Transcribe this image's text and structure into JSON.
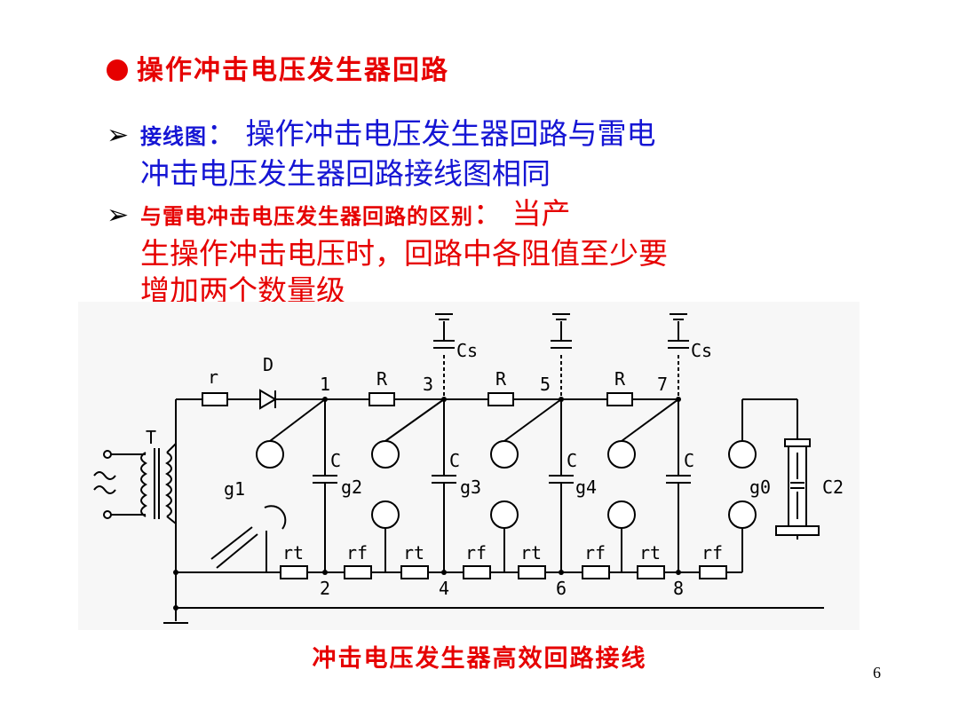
{
  "title": "操作冲击电压发生器回路",
  "bullet1": {
    "keyword": "接线图",
    "sep": "：",
    "line1": "操作冲击电压发生器回路与雷电",
    "line2": "冲击电压发生器回路接线图相同"
  },
  "bullet2": {
    "keyword": "与雷电冲击电压发生器回路的区别",
    "sep": "：",
    "line1": "当产",
    "line2": "生操作冲击电压时，回路中各阻值至少要",
    "line3": "增加两个数量级"
  },
  "diagram": {
    "labels": {
      "r": "r",
      "D": "D",
      "T": "T",
      "R": "R",
      "C": "C",
      "Cs": "Cs",
      "g1": "g1",
      "g2": "g2",
      "g3": "g3",
      "g4": "g4",
      "g0": "g0",
      "C2": "C2",
      "rt": "rt",
      "rf": "rf",
      "n1": "1",
      "n2": "2",
      "n3": "3",
      "n4": "4",
      "n5": "5",
      "n6": "6",
      "n7": "7",
      "n8": "8"
    }
  },
  "caption": "冲击电压发生器高效回路接线",
  "page_number": "6"
}
